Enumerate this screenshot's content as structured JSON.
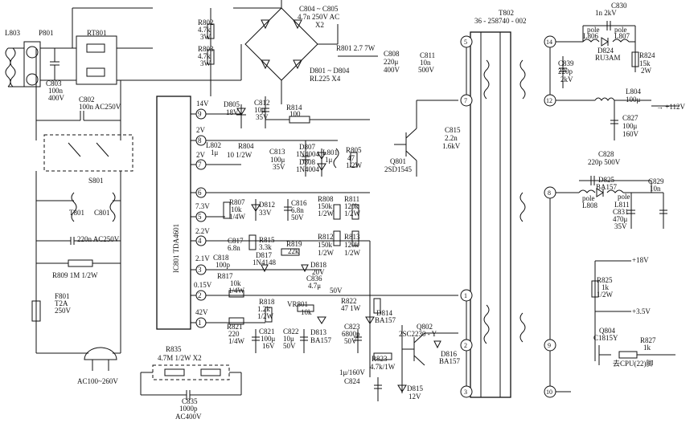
{
  "labels": {
    "l803": "L803",
    "p801": "P801",
    "rt801": "RT801",
    "c803": "C803",
    "c803_cap": "100n",
    "c803_volt": "400V",
    "c802": "C802",
    "c802_val": "100n  AC250V",
    "s801": "S801",
    "t801": "T801",
    "c801": "C801",
    "c801_val": "220n  AC250V",
    "r809": "R809   1M  1/2W",
    "f801": "F801",
    "f801_rating": "T2A",
    "f801_volt": "250V",
    "ac_input": "AC100~260V",
    "ic801": "IC801   TDA4601",
    "v_pin9": "14V",
    "v_pin8": "2V",
    "v_pin7": "2V",
    "v_pin5": "7.3V",
    "v_pin4": "2.2V",
    "v_pin3": "2.1V",
    "v_pin2": "0.15V",
    "v_pin1": "42V",
    "pin9": "9",
    "pin8": "8",
    "pin7": "7",
    "pin6": "6",
    "pin5": "5",
    "pin4": "4",
    "pin3": "3",
    "pin2": "2",
    "pin1": "1",
    "r802": "R802",
    "r802_ohm": "4.7k",
    "r802_watt": "3W",
    "r803": "R803",
    "r803_ohm": "4.7k",
    "r803_watt": "3W",
    "c804": "C804 ~ C805",
    "c804_val": "4.7n  250V  AC",
    "c804_qty": "X2",
    "r801": "R801  2.7  7W",
    "d801": "D801 ~ D804",
    "d801_val": "RL225 X4",
    "d805": "D805",
    "d805_volt": "18V",
    "c812": "C812",
    "c812_cap": "10μ",
    "c812_volt": "35V",
    "r814": "R814",
    "r814_val": "100",
    "l802": "L802",
    "l802_val": "1μ",
    "r804": "R804",
    "r804_val": "10  1/2W",
    "c813": "C813",
    "c813_cap": "100μ",
    "c813_volt": "35V",
    "d807": "D807",
    "d807_val": "1N4004",
    "d808": "D808",
    "d808_val": "1N4004",
    "l801": "L801",
    "l801_val": "1μ",
    "r805": "R805",
    "r805_ohm": "47",
    "r805_watt": "1/2W",
    "r807": "R807",
    "r807_ohm": "10k",
    "r807_watt": "1/4W",
    "d812": "D812",
    "d812_volt": "33V",
    "c816": "C816",
    "c816_cap": "6.8n",
    "c816_volt": "50V",
    "r808": "R808",
    "r808_ohm": "150k",
    "r808_watt": "1/2W",
    "r811": "R811",
    "r811_ohm": "120k",
    "r811_watt": "1/2W",
    "c817": "C817",
    "c817_cap": "6.8n",
    "r815": "R815",
    "r815_ohm": "3.3k",
    "r819": "R819",
    "r819_ohm": "22k",
    "d817": "D817",
    "d817_val": "1N4148",
    "d818": "D818",
    "d818_volt": "20V",
    "r812": "R812",
    "r812_ohm": "150k",
    "r812_watt": "1/2W",
    "r813": "R813",
    "r813_ohm": "120k",
    "r813_watt": "1/2W",
    "c818": "C818",
    "c818_cap": "100p",
    "r817": "R817",
    "r817_ohm": "10k",
    "r817_watt": "1/4W",
    "c836": "C836",
    "c836_cap": "4.7μ",
    "v50": "50V",
    "r818": "R818",
    "r818_ohm": "1.2k",
    "r818_watt": "1/2W",
    "vr801": "VR801",
    "vr801_ohm": "10k",
    "r822": "R822",
    "r822_val": "47  1W",
    "r821": "R821",
    "r821_ohm": "220",
    "r821_watt": "1/4W",
    "c821": "C821",
    "c821_cap": "100μ",
    "c821_volt": "16V",
    "c822": "C822",
    "c822_cap": "10μ",
    "c822_volt": "50V",
    "d813": "D813",
    "d813_val": "BA157",
    "c823": "C823",
    "c823_cap": "6800p",
    "c823_volt": "50V",
    "d814": "D814",
    "d814_val": "BA157",
    "r823": "R823",
    "r823_val": "4.7k/1W",
    "c824_val": "1μ/160V",
    "c824": "C824",
    "d815": "D815",
    "d815_volt": "12V",
    "q802": "Q802",
    "q802_val": "2SC2230 - Y",
    "d816": "D816",
    "d816_val": "BA157",
    "c808": "C808",
    "c808_cap": "220μ",
    "c808_volt": "400V",
    "c811": "C811",
    "c811_cap": "10n",
    "c811_volt": "500V",
    "c815": "C815",
    "c815_cap": "2.2n",
    "c815_volt": "1.6kV",
    "q801": "Q801",
    "q801_val": "2SD1545",
    "r835": "R835",
    "r835_val": "4.7M  1/2W  X2",
    "c835": "C835",
    "c835_cap": "1000p",
    "c835_volt": "AC400V",
    "t802": "T802",
    "t802_part": "36 - 258740 - 002",
    "tpin5": "5",
    "tpin7": "7",
    "tpin1": "1",
    "tpin2": "2",
    "tpin3": "3",
    "tpin14": "14",
    "tpin12": "12",
    "tpin8": "8",
    "tpin9": "9",
    "tpin10": "10",
    "c830": "C830",
    "c830_val": "1n  2kV",
    "pole": "pole",
    "l806": "L806",
    "l807": "L807",
    "d824": "D824",
    "d824_val": "RU3AM",
    "r824": "R824",
    "r824_ohm": "15k",
    "r824_watt": "2W",
    "c839": "C839",
    "c839_cap": "220p",
    "c839_volt": "2kV",
    "l804": "L804",
    "l804_val": "100μ",
    "out_112v": "→ +112V",
    "c827": "C827",
    "c827_cap": "100μ",
    "c827_volt": "160V",
    "c828": "C828",
    "c828_val": "220p  500V",
    "d825": "D825",
    "d825_val": "BA157",
    "c829": "C829",
    "c829_cap": "10n",
    "l811": "L811",
    "l808": "L808",
    "c831": "C831",
    "c831_cap": "470μ",
    "c831_volt": "35V",
    "out_18v": "+18V",
    "r825": "R825",
    "r825_ohm": "1k",
    "r825_watt": "1/2W",
    "out_3v5": "+3.5V",
    "q804": "Q804",
    "q804_val": "C1815Y",
    "r827": "R827",
    "r827_ohm": "1k",
    "cpu_out": "去CPU(22)脚"
  }
}
